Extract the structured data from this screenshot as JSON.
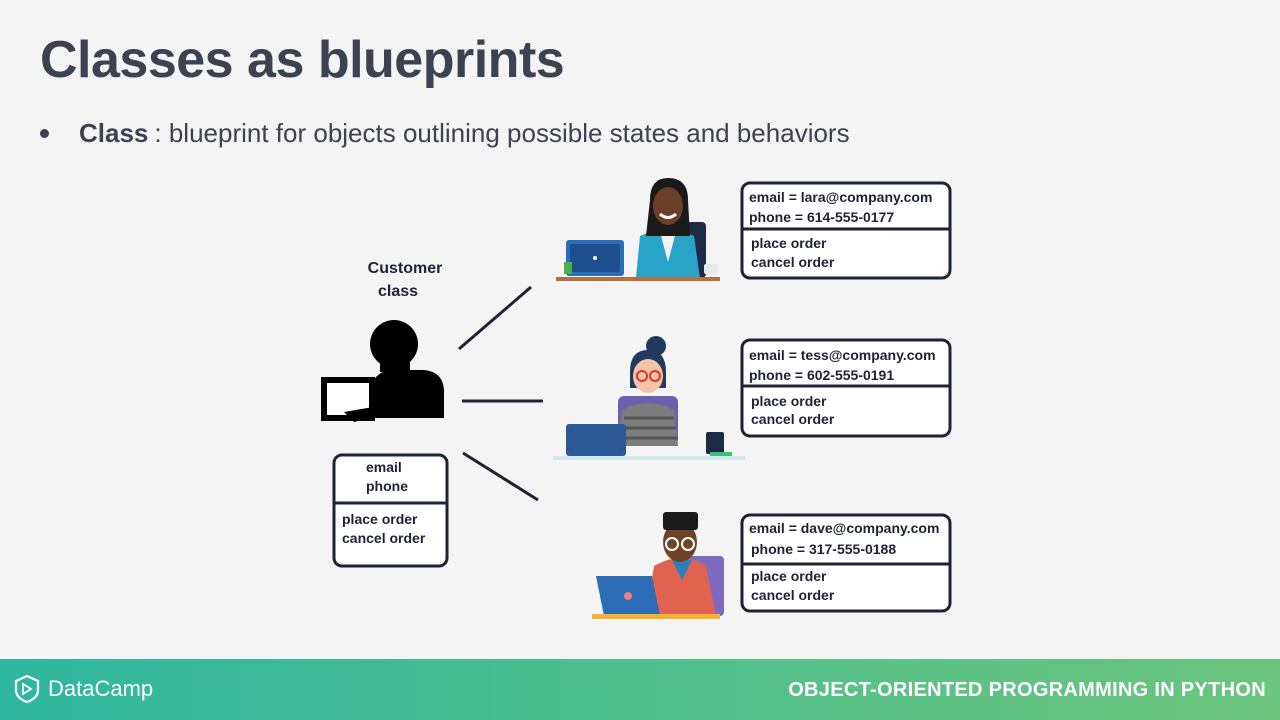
{
  "slide": {
    "title": "Classes as blueprints",
    "bullet": {
      "term": "Class",
      "text": ": blueprint for objects outlining possible states and behaviors"
    }
  },
  "class_box": {
    "caption_line1": "Customer",
    "caption_line2": "class",
    "attr1": "email",
    "attr2": "phone",
    "method1": "place order",
    "method2": "cancel order"
  },
  "objects": [
    {
      "email": "email = lara@company.com",
      "phone": "phone = 614-555-0177",
      "method1": "place order",
      "method2": "cancel order"
    },
    {
      "email": "email = tess@company.com",
      "phone": "phone = 602-555-0191",
      "method1": "place order",
      "method2": "cancel order"
    },
    {
      "email": "email = dave@company.com",
      "phone": "phone = 317-555-0188",
      "method1": "place order",
      "method2": "cancel order"
    }
  ],
  "footer": {
    "brand": "DataCamp",
    "course": "OBJECT-ORIENTED PROGRAMMING IN PYTHON"
  },
  "colors": {
    "text": "#3d4251",
    "box_border": "#1d2333",
    "footer_start": "#2fb6a0",
    "footer_end": "#6cc57d"
  }
}
